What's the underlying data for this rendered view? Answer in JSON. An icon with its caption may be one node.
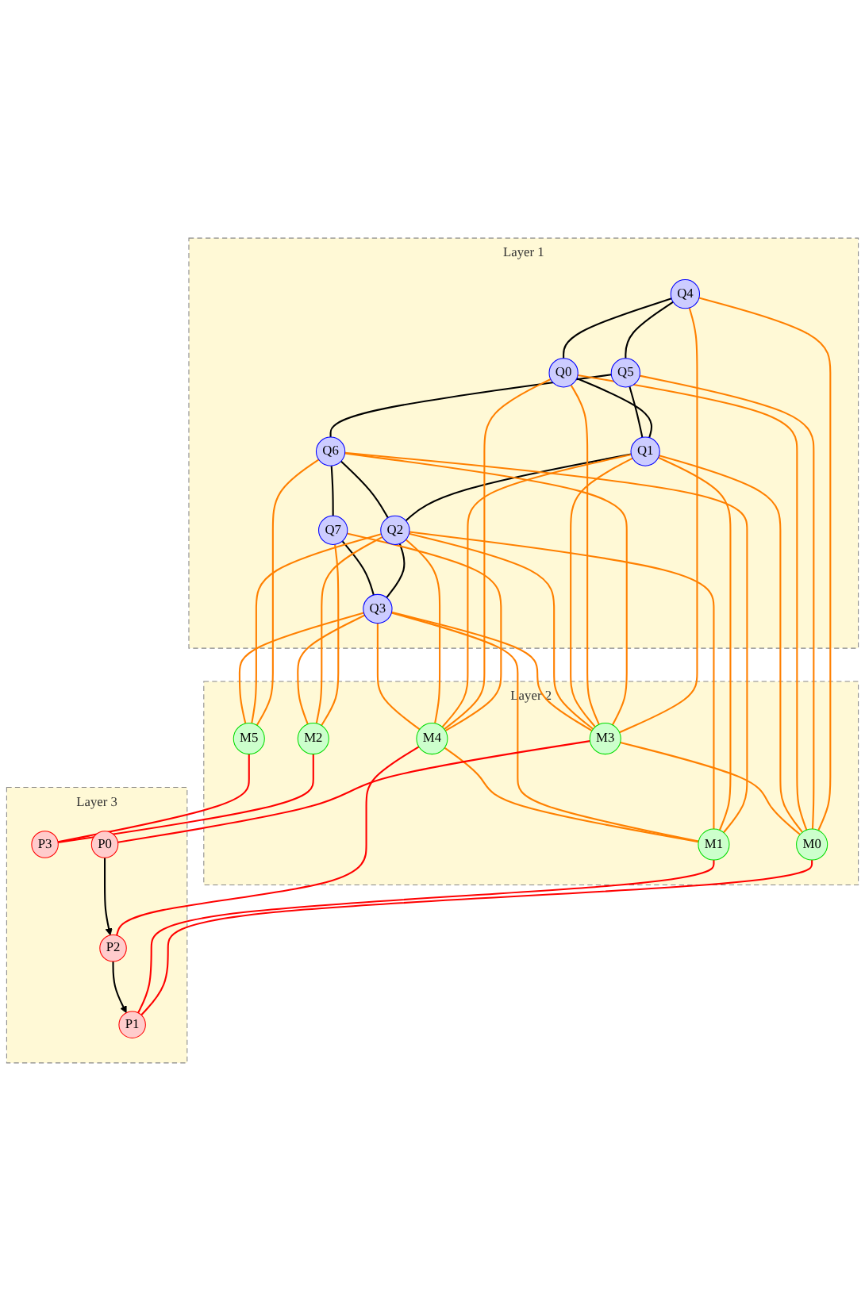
{
  "diagram": {
    "nodes": [
      {
        "text": [
          "Layer 1"
        ]
      },
      {
        "text": [
          "Q4"
        ],
        "in": 0
      },
      {
        "text": [
          "Q5"
        ],
        "in": 0
      },
      {
        "text": [
          "Q6"
        ],
        "in": 0
      },
      {
        "text": [
          "Q7"
        ],
        "in": 0
      },
      {
        "text": [
          "Q0"
        ],
        "in": 0
      },
      {
        "text": [
          "Q1"
        ],
        "in": 0
      },
      {
        "text": [
          "Q2"
        ],
        "in": 0
      },
      {
        "text": [
          "Q3"
        ],
        "in": 0
      },
      {
        "text": [
          "Layer 2"
        ]
      },
      {
        "text": [
          "M3"
        ],
        "in": 9
      },
      {
        "text": [
          "M4"
        ],
        "in": 9
      },
      {
        "text": [
          "M5"
        ],
        "in": 9
      },
      {
        "text": [
          "M0"
        ],
        "in": 9
      },
      {
        "text": [
          "M1"
        ],
        "in": 9
      },
      {
        "text": [
          "M2"
        ],
        "in": 9
      },
      {
        "text": [
          "Layer 3"
        ]
      },
      {
        "text": [
          "P1"
        ],
        "in": 16
      },
      {
        "text": [
          "P3"
        ],
        "in": 16
      },
      {
        "text": [
          "P0"
        ],
        "in": 16
      },
      {
        "text": [
          "P2"
        ],
        "in": 16
      }
    ],
    "edges": [
      {
        "from": 1,
        "to": 2,
        "arrow": "none",
        "color": "#000000"
      },
      {
        "from": 2,
        "to": 3,
        "arrow": "none",
        "color": "#000000"
      },
      {
        "from": 3,
        "to": 4,
        "arrow": "none",
        "color": "#000000"
      },
      {
        "from": 5,
        "to": 6,
        "arrow": "none",
        "color": "#000000"
      },
      {
        "from": 6,
        "to": 7,
        "arrow": "none",
        "color": "#000000"
      },
      {
        "from": 7,
        "to": 8,
        "arrow": "none",
        "color": "#000000"
      },
      {
        "from": 1,
        "to": 5,
        "arrow": "none",
        "color": "#000000"
      },
      {
        "from": 2,
        "to": 6,
        "arrow": "none",
        "color": "#000000"
      },
      {
        "from": 3,
        "to": 7,
        "arrow": "none",
        "color": "#000000"
      },
      {
        "from": 4,
        "to": 8,
        "arrow": "none",
        "color": "#000000"
      },
      {
        "from": 1,
        "to": 13,
        "arrow": "none"
      },
      {
        "from": 1,
        "to": 10,
        "arrow": "none"
      },
      {
        "from": 2,
        "to": 13,
        "arrow": "none"
      },
      {
        "from": 3,
        "to": 14,
        "arrow": "none"
      },
      {
        "from": 3,
        "to": 10,
        "arrow": "none"
      },
      {
        "from": 3,
        "to": 12,
        "arrow": "none"
      },
      {
        "from": 4,
        "to": 15,
        "arrow": "none"
      },
      {
        "from": 4,
        "to": 11,
        "arrow": "none"
      },
      {
        "from": 5,
        "to": 13,
        "arrow": "none"
      },
      {
        "from": 5,
        "to": 10,
        "arrow": "none"
      },
      {
        "from": 5,
        "to": 11,
        "arrow": "none"
      },
      {
        "from": 6,
        "to": 13,
        "arrow": "none"
      },
      {
        "from": 6,
        "to": 10,
        "arrow": "none"
      },
      {
        "from": 6,
        "to": 14,
        "arrow": "none"
      },
      {
        "from": 6,
        "to": 11,
        "arrow": "none"
      },
      {
        "from": 7,
        "to": 10,
        "arrow": "none"
      },
      {
        "from": 7,
        "to": 14,
        "arrow": "none"
      },
      {
        "from": 7,
        "to": 11,
        "arrow": "none"
      },
      {
        "from": 7,
        "to": 15,
        "arrow": "none"
      },
      {
        "from": 7,
        "to": 12,
        "arrow": "none"
      },
      {
        "from": 8,
        "to": 10,
        "arrow": "none"
      },
      {
        "from": 8,
        "to": 11,
        "arrow": "none"
      },
      {
        "from": 8,
        "to": 14,
        "arrow": "none"
      },
      {
        "from": 8,
        "to": 15,
        "arrow": "none"
      },
      {
        "from": 8,
        "to": 12,
        "arrow": "none"
      },
      {
        "from": 10,
        "to": 13,
        "arrow": "none"
      },
      {
        "from": 11,
        "to": 14,
        "arrow": "none"
      },
      {
        "from": 13,
        "to": 17,
        "arrow": "none",
        "color": "#ff0000"
      },
      {
        "from": 14,
        "to": 17,
        "arrow": "none",
        "color": "#ff0000"
      },
      {
        "from": 15,
        "to": 18,
        "arrow": "none",
        "color": "#ff0000"
      },
      {
        "from": 12,
        "to": 18,
        "arrow": "none",
        "color": "#ff0000"
      },
      {
        "from": 10,
        "to": 19,
        "arrow": "none",
        "color": "#ff0000"
      },
      {
        "from": 11,
        "to": 20,
        "arrow": "none",
        "color": "#ff0000"
      },
      {
        "from": 19,
        "to": 20,
        "arrow": "to",
        "color": "#000000"
      },
      {
        "from": 20,
        "to": 17,
        "arrow": "to",
        "color": "#000000"
      }
    ]
  }
}
